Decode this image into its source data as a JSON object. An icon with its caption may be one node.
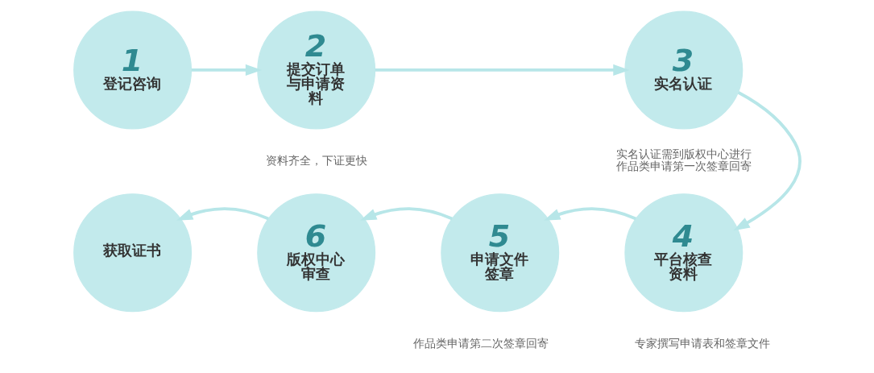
{
  "diagram": {
    "nodes": [
      {
        "text": [
          "1",
          "登记咨询"
        ]
      },
      {
        "text": [
          "2",
          "提交订单与申请资料"
        ],
        "beside": [
          "资料齐全，下证更快"
        ]
      },
      {
        "text": [
          "3",
          "实名认证"
        ],
        "beside": [
          "实名认证需到版权中心进行作品类申请第一次签章回寄"
        ]
      },
      {
        "text": [
          "4",
          "平台核查资料"
        ],
        "beside": [
          "专家撰写申请表和签章文件"
        ]
      },
      {
        "text": [
          "5",
          "申请文件签章"
        ],
        "beside": [
          "作品类申请第二次签章回寄"
        ]
      },
      {
        "text": [
          "6",
          "版权中心审查"
        ]
      },
      {
        "text": [
          "获取证书"
        ]
      }
    ],
    "edges": [
      {
        "from": 0,
        "to": 1,
        "arrow": "to"
      },
      {
        "from": 1,
        "to": 2,
        "arrow": "to"
      },
      {
        "from": 2,
        "to": 3,
        "arrow": "to"
      },
      {
        "from": 3,
        "to": 4,
        "arrow": "to"
      },
      {
        "from": 4,
        "to": 5,
        "arrow": "to"
      },
      {
        "from": 5,
        "to": 6,
        "arrow": "to"
      }
    ]
  }
}
